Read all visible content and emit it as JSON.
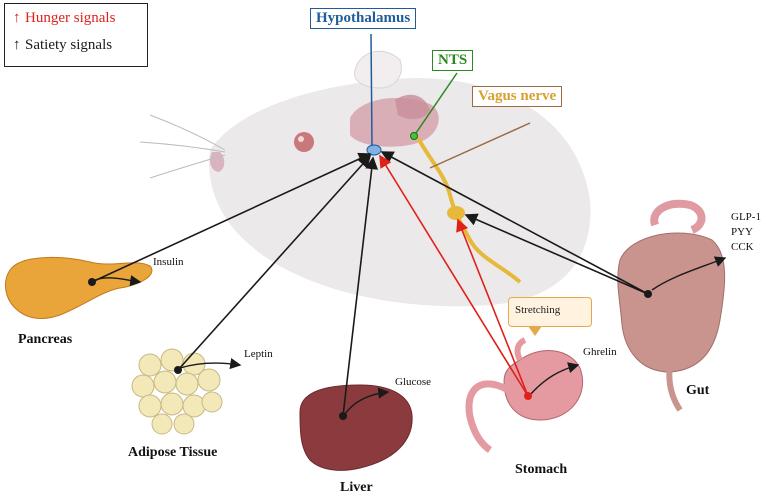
{
  "legend": {
    "hunger_label": "Hunger signals",
    "satiety_label": "Satiety signals",
    "hunger_color": "#e0201b",
    "satiety_color": "#1a1a1a"
  },
  "labels": {
    "hypothalamus": "Hypothalamus",
    "nts": "NTS",
    "vagus_nerve": "Vagus nerve",
    "stretching": "Stretching"
  },
  "organs": {
    "pancreas": {
      "name": "Pancreas",
      "signal": "Insulin"
    },
    "adipose": {
      "name": "Adipose Tissue",
      "signal": "Leptin"
    },
    "liver": {
      "name": "Liver",
      "signal": "Glucose"
    },
    "stomach": {
      "name": "Stomach",
      "signal": "Ghrelin"
    },
    "gut": {
      "name": "Gut",
      "signals": [
        "GLP-1",
        "PYY",
        "CCK"
      ]
    }
  },
  "colors": {
    "hypothalamus_box": "#1f5c99",
    "nts_box": "#2a8a1f",
    "vagus_box": "#9c6a44",
    "vagus_text": "#d9a030",
    "hunger_arrow": "#e0201b",
    "satiety_arrow": "#1a1a1a"
  }
}
